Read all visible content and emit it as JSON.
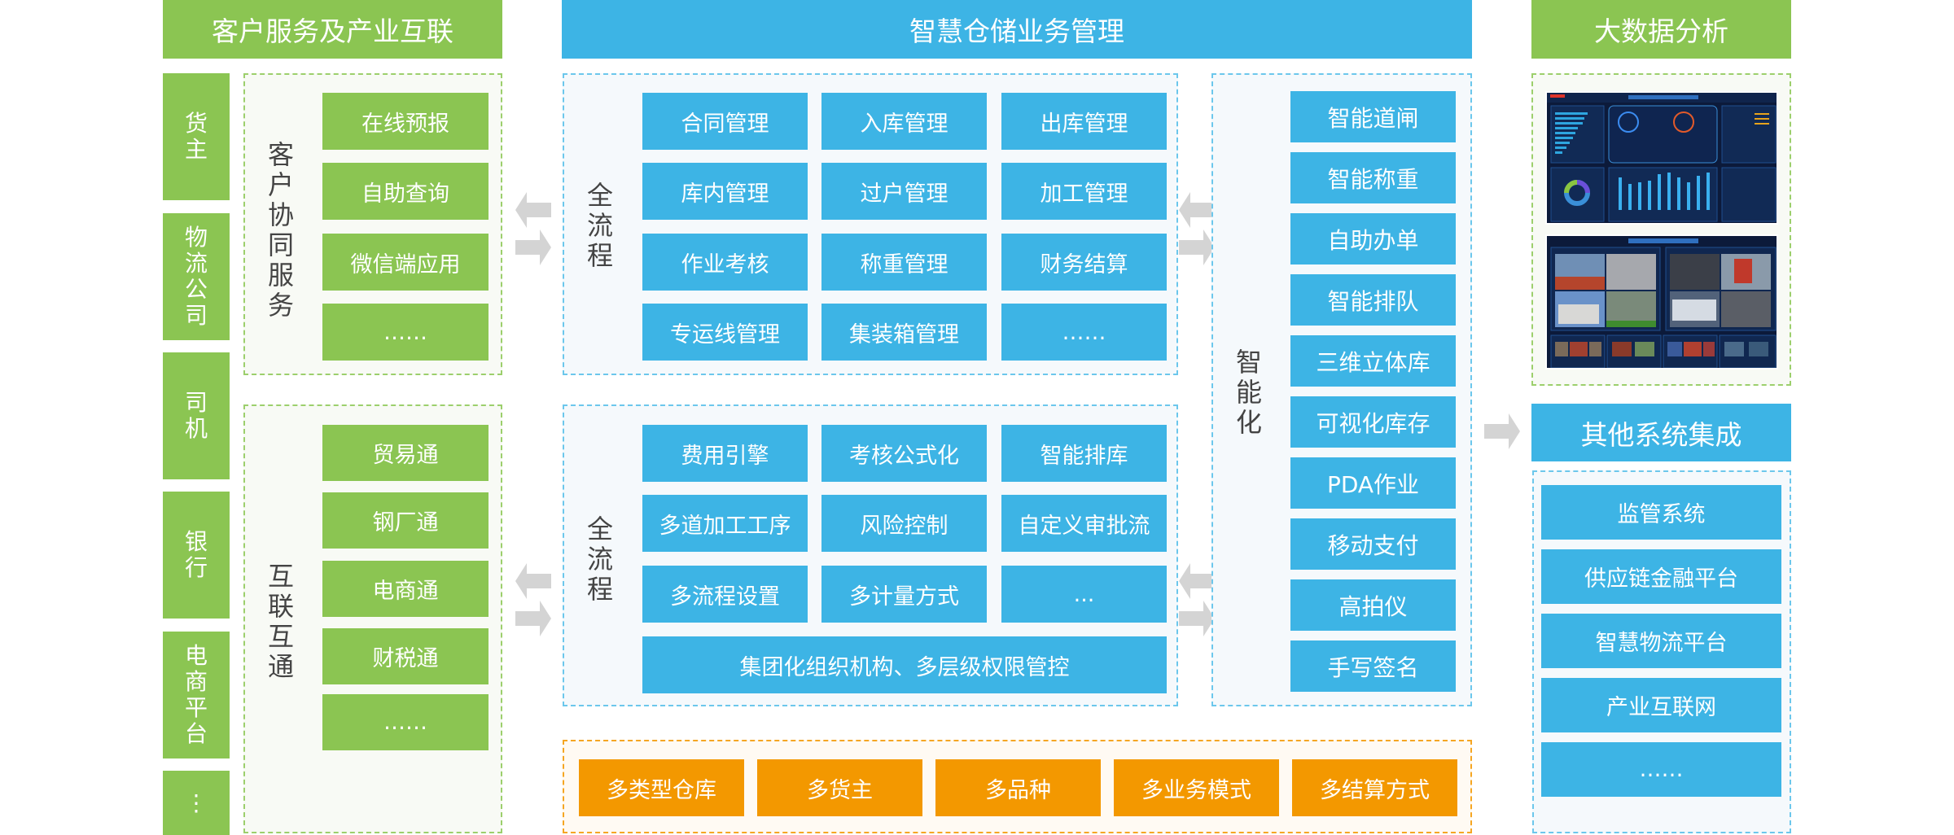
{
  "left": {
    "header": "客户服务及产业互联",
    "actors": [
      "货主",
      "物流公司",
      "司机",
      "银行",
      "电商平台",
      "⋮"
    ],
    "groups": [
      {
        "label": "客户协同服务",
        "items": [
          "在线预报",
          "自助查询",
          "微信端应用",
          "……"
        ]
      },
      {
        "label": "互联互通",
        "items": [
          "贸易通",
          "钢厂通",
          "电商通",
          "财税通",
          "……"
        ]
      }
    ]
  },
  "center": {
    "header": "智慧仓储业务管理",
    "flow1": {
      "label": "全流程",
      "items": [
        "合同管理",
        "入库管理",
        "出库管理",
        "库内管理",
        "过户管理",
        "加工管理",
        "作业考核",
        "称重管理",
        "财务结算",
        "专运线管理",
        "集装箱管理",
        "……"
      ]
    },
    "flow2": {
      "label": "全流程",
      "items": [
        "费用引擎",
        "考核公式化",
        "智能排库",
        "多道加工工序",
        "风险控制",
        "自定义审批流",
        "多流程设置",
        "多计量方式",
        "..."
      ],
      "wide": "集团化组织机构、多层级权限管控"
    },
    "smart": {
      "label": "智能化",
      "items": [
        "智能道闸",
        "智能称重",
        "自助办单",
        "智能排队",
        "三维立体库",
        "可视化库存",
        "PDA作业",
        "移动支付",
        "高拍仪",
        "手写签名"
      ]
    },
    "features": [
      "多类型仓库",
      "多货主",
      "多品种",
      "多业务模式",
      "多结算方式"
    ]
  },
  "right": {
    "header": "大数据分析",
    "screenshots": [
      "dashboard-screenshot",
      "video-monitoring-screenshot"
    ],
    "integration": {
      "header": "其他系统集成",
      "items": [
        "监管系统",
        "供应链金融平台",
        "智慧物流平台",
        "产业互联网",
        "……"
      ]
    }
  },
  "colors": {
    "green": "#8bc552",
    "blue": "#3db4e5",
    "orange": "#f39800",
    "arrow": "#d4d4d4"
  }
}
